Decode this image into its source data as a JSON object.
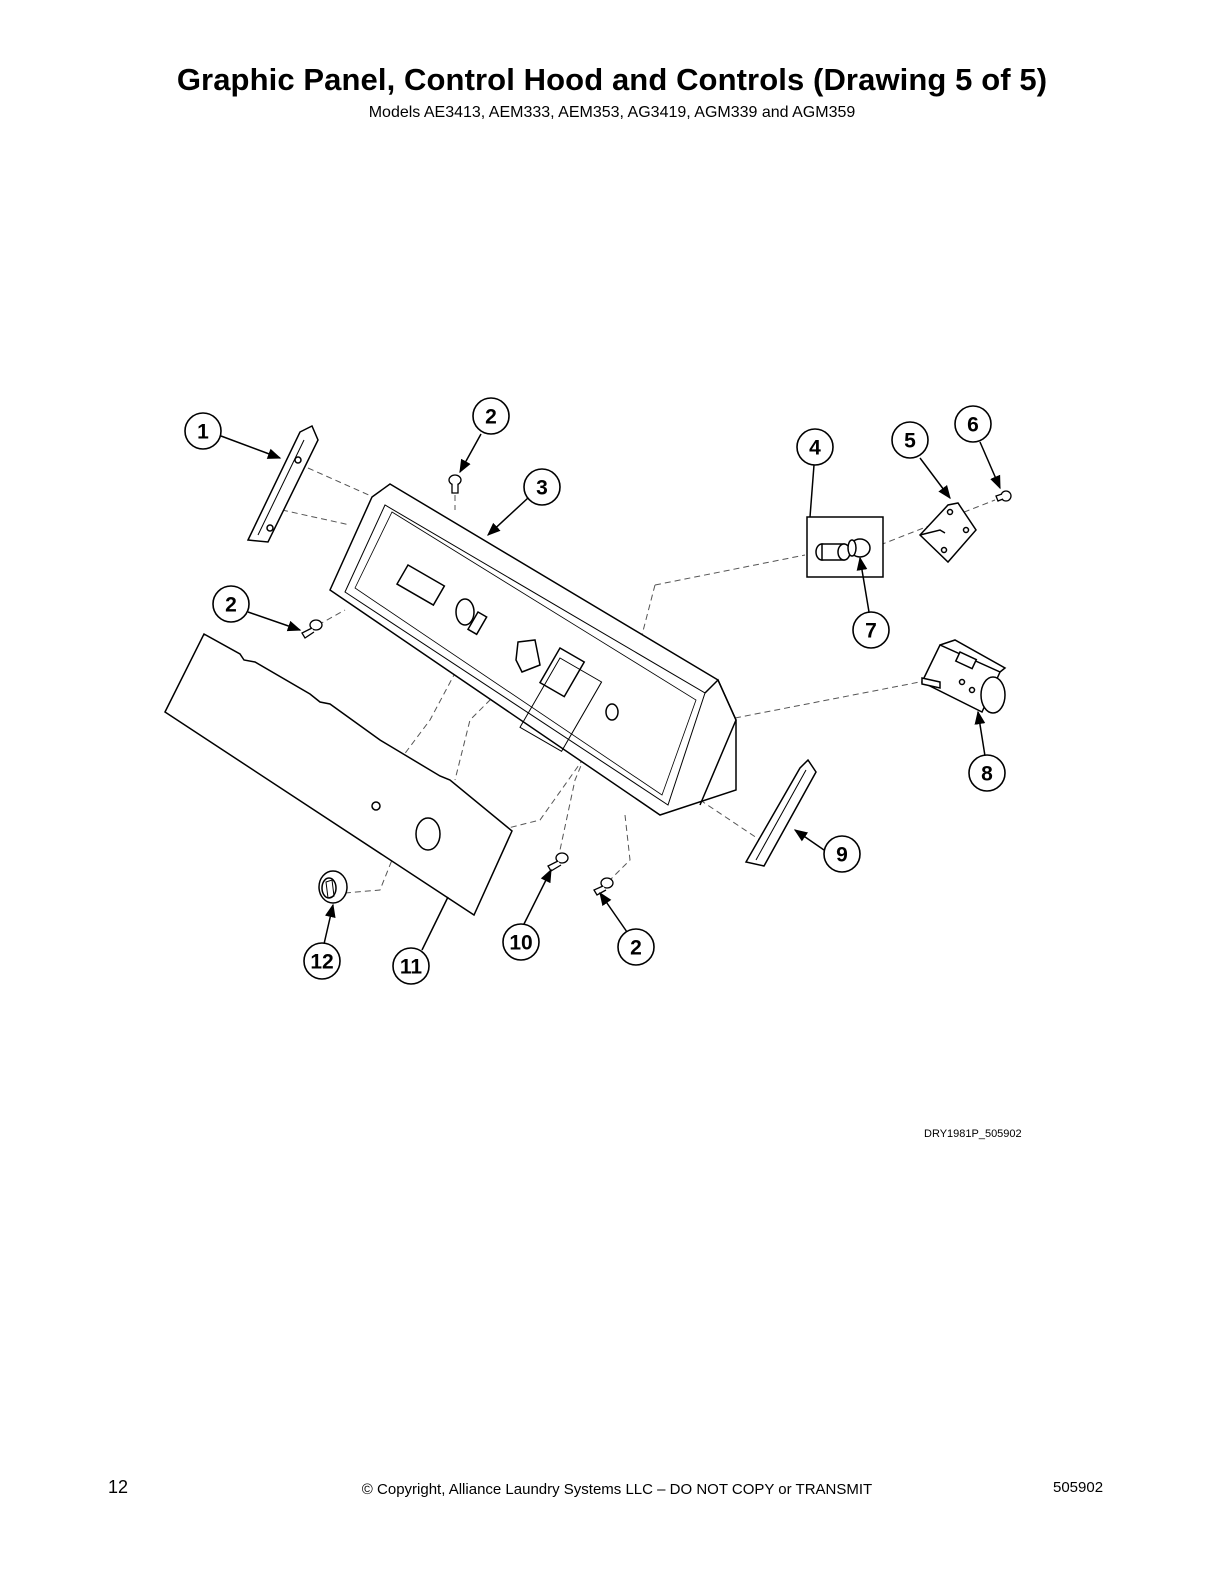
{
  "header": {
    "title": "Graphic Panel, Control Hood and Controls (Drawing 5 of 5)",
    "subtitle": "Models AE3413, AEM333, AEM353, AG3419, AGM339 and AGM359"
  },
  "diagram": {
    "drawing_code": "DRY1981P_505902",
    "callouts": [
      "1",
      "2",
      "3",
      "4",
      "5",
      "6",
      "7",
      "8",
      "9",
      "10",
      "11",
      "12"
    ]
  },
  "footer": {
    "page_number": "12",
    "copyright": "© Copyright, Alliance Laundry Systems LLC – DO NOT COPY or TRANSMIT",
    "document_number": "505902"
  }
}
